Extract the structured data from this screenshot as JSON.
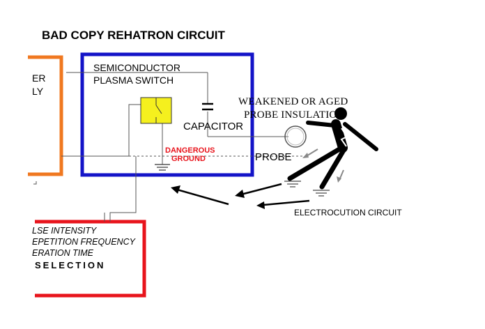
{
  "title": "BAD COPY REHATRON CIRCUIT",
  "power_supply": {
    "line1": "ER",
    "line2": "LY"
  },
  "switch": {
    "line1": "SEMICONDUCTOR",
    "line2": "PLASMA SWITCH"
  },
  "capacitor": "CAPACITOR",
  "dangerous_ground": {
    "line1": "DANGEROUS",
    "line2": "GROUND"
  },
  "probe": "PROBE",
  "insulation": {
    "line1": "WEAKENED OR AGED",
    "line2": "PROBE INSULATION"
  },
  "electrocution": "ELECTROCUTION CIRCUIT",
  "controls": {
    "line1": "LSE INTENSITY",
    "line2": "EPETITION FREQUENCY",
    "line3": "ERATION TIME",
    "line4": "SELECTION"
  },
  "colors": {
    "blue": "#1414c8",
    "orange": "#f07820",
    "red": "#e8141c",
    "yellow": "#f5f01e"
  }
}
